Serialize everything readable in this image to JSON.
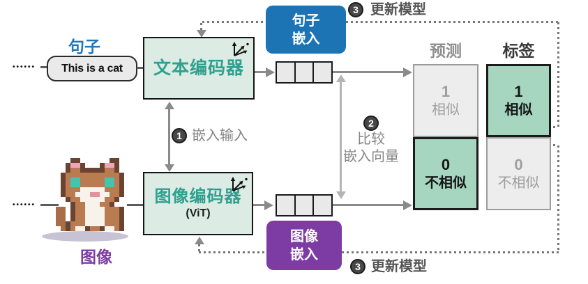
{
  "diagram_title": "CLIP-style contrastive training diagram",
  "colors": {
    "blue": "#1d74b5",
    "purple": "#7d3ca3",
    "teal_title": "#2fa08f",
    "green_cell": "#a6d6c0",
    "gray_cell": "#ededed",
    "encoder_fill": "#dcebe3",
    "blue_label": "#1f78bf",
    "purple_label": "#7d3ca3"
  },
  "icons": {
    "vector_axes": "embedding-vectors-icon",
    "cat": "cat-pixel-art"
  },
  "sentence": {
    "label": "句子",
    "text": "This is a cat",
    "ellipsis": "••••••"
  },
  "image": {
    "label": "图像",
    "ellipsis": "••••••"
  },
  "encoders": {
    "text": {
      "title": "文本编码器"
    },
    "image": {
      "title": "图像编码器",
      "subtitle": "(ViT)"
    }
  },
  "embeddings": {
    "sentence": {
      "line1": "句子",
      "line2": "嵌入"
    },
    "image": {
      "line1": "图像",
      "line2": "嵌入"
    }
  },
  "steps": {
    "one": {
      "num": "1",
      "label": "嵌入输入"
    },
    "two": {
      "num": "2",
      "line1": "比较",
      "line2": "嵌入向量"
    },
    "three_top": {
      "num": "3",
      "label": "更新模型"
    },
    "three_bottom": {
      "num": "3",
      "label": "更新模型"
    }
  },
  "results": {
    "columns": [
      {
        "header": "预测",
        "cells": [
          {
            "value": "1",
            "label": "相似"
          },
          {
            "value": "0",
            "label": "不相似"
          }
        ]
      },
      {
        "header": "标签",
        "cells": [
          {
            "value": "1",
            "label": "相似"
          },
          {
            "value": "0",
            "label": "不相似"
          }
        ]
      }
    ]
  }
}
